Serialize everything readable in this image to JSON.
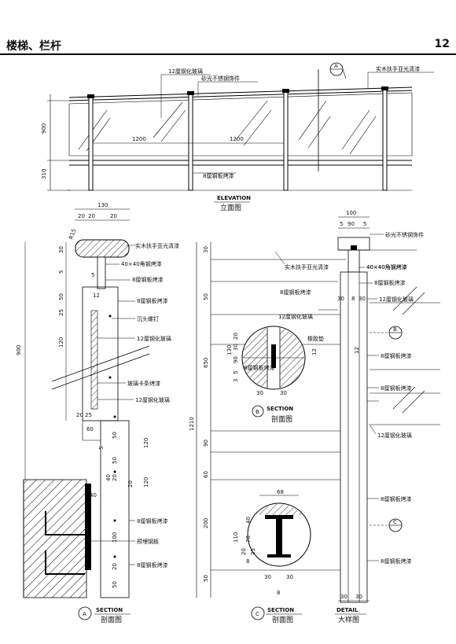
{
  "header": {
    "title": "楼梯、栏杆",
    "page_number": "12"
  },
  "elevation": {
    "labels": {
      "glass": "12厘钢化玻璃",
      "satin": "砂光不锈钢饰件",
      "handrail": "实木扶手亚光清漆",
      "plate": "8厘钢板烤漆",
      "sec_a": "A",
      "sec_dash": "—"
    },
    "dims": {
      "h900": "900",
      "h310": "310",
      "w1": "1200",
      "w2": "1200"
    },
    "caption_en": "ELEVATION",
    "caption_cn": "立面图"
  },
  "section_a": {
    "labels": {
      "handrail": "实木扶手亚光清漆",
      "angle": "40×40角钢烤漆",
      "plate1": "8厘钢板烤漆",
      "plate2": "8厘钢板烤漆",
      "screw": "沉头螺钉",
      "glass1": "12厘钢化玻璃",
      "clip": "玻璃卡条烤漆",
      "glass2": "12厘钢化玻璃",
      "plate3": "8厘钢板烤漆",
      "embed": "预埋钢板",
      "plate4": "8厘钢板烤漆",
      "r15": "R15"
    },
    "dims": {
      "top130": "130",
      "d20a": "20",
      "d20b": "20",
      "d20c": "20",
      "v30": "30",
      "v5a": "5",
      "v50a": "50",
      "v25": "25",
      "v120a": "120",
      "d12": "12",
      "d5": "5",
      "d20d": "20",
      "d25b": "25",
      "h900": "900",
      "d60": "60",
      "d5b": "5",
      "d50a": "50",
      "d50b": "50",
      "d20e": "20",
      "d40": "40",
      "d20f": "20",
      "d120b": "120",
      "d120c": "120",
      "d40b": "40",
      "d100": "100",
      "d20g": "20",
      "d50c": "50"
    },
    "marker": "A",
    "caption_en": "SECTION",
    "caption_cn": "剖面图"
  },
  "middle": {
    "dims": {
      "h1210": "1210",
      "v30": "30",
      "v50": "50",
      "v650": "650",
      "v90": "90",
      "v60": "60",
      "v200": "200",
      "v50b": "50"
    },
    "labels": {
      "handrail": "实木扶手亚光清漆",
      "angle": "40×40角钢烤漆",
      "plate": "8厘钢板烤漆",
      "glass": "12厘钢化玻璃",
      "rubber": "橡胶垫",
      "plate_s": "8厘钢板烤漆"
    },
    "circle_b_dims": {
      "d130": "130",
      "d20": "20",
      "d30": "30",
      "d90": "90",
      "d5": "5",
      "d3": "3",
      "d12": "12",
      "d30b": "30",
      "d30c": "30"
    },
    "circle_c_dims": {
      "d68": "68",
      "d110": "110",
      "d40": "40",
      "d70": "70",
      "d20": "20",
      "d25": "25",
      "d8a": "8",
      "d8b": "8",
      "d30a": "30",
      "d30b": "30"
    },
    "marker_b": "B",
    "marker_c": "C",
    "caption_en": "SECTION",
    "caption_cn": "剖面图"
  },
  "detail": {
    "labels": {
      "satin": "砂光不锈钢饰件",
      "angle": "40×40角钢烤漆",
      "plate1": "8厘钢板烤漆",
      "glass1": "12厘钢化玻璃",
      "plate2": "8厘钢板烤漆",
      "plate3": "8厘钢板烤漆",
      "glass2": "12厘钢化玻璃",
      "plate4": "8厘钢板烤漆",
      "plate5": "8厘钢板烤漆",
      "sec_b": "B",
      "sec_c": "C",
      "dash": "—"
    },
    "dims": {
      "top100": "100",
      "d5a": "5",
      "d90": "90",
      "d5b": "5",
      "d30a": "30",
      "d8": "8",
      "d30b": "30",
      "d12": "12",
      "b30a": "30",
      "b30b": "30"
    },
    "caption_en": "DETAIL",
    "caption_cn": "大样图"
  }
}
